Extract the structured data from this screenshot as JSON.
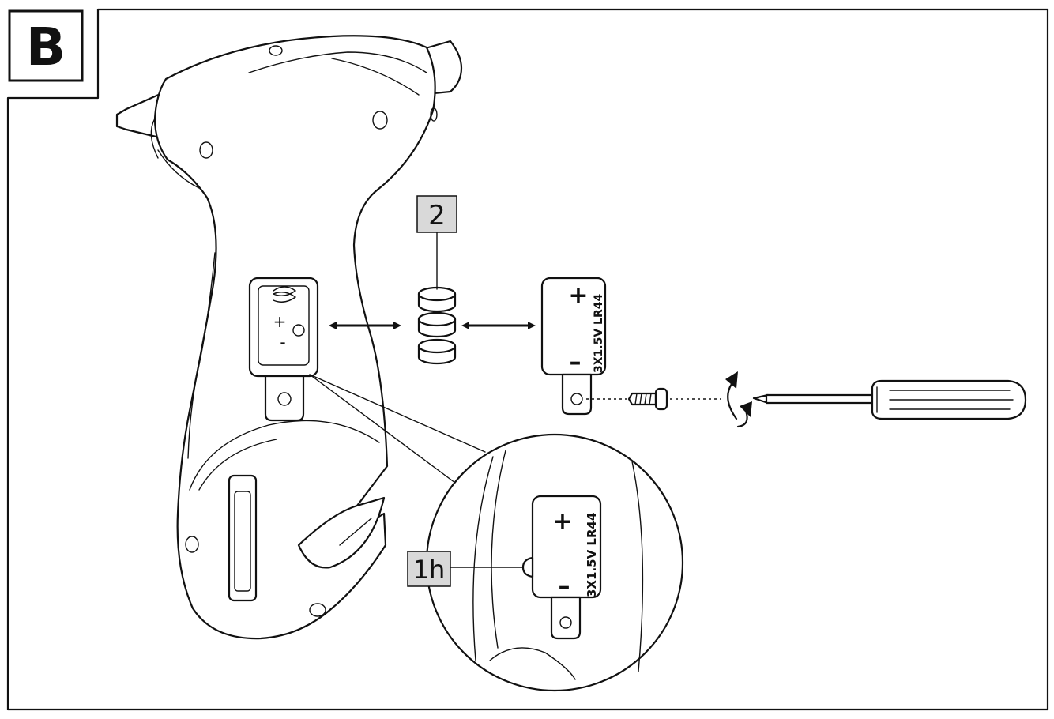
{
  "figure": {
    "panel_label": "B",
    "callouts": {
      "batteries": "2",
      "tab": "1h"
    },
    "battery_cover": {
      "plus": "+",
      "minus": "–",
      "spec": "3X1.5V LR44"
    },
    "zoom_cover": {
      "plus": "+",
      "minus": "–",
      "spec": "3X1.5V LR44"
    },
    "compartment": {
      "plus": "+",
      "minus": "-"
    }
  }
}
